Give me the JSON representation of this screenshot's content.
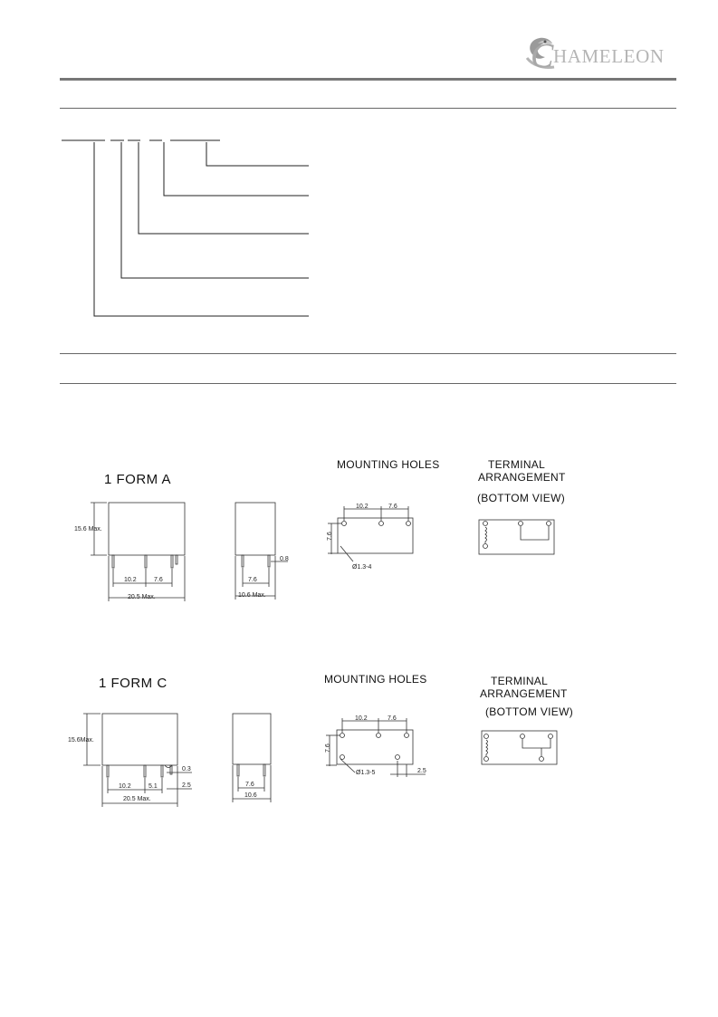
{
  "header": {
    "logo_text": "HAMELEON",
    "logo_initial": "C"
  },
  "form_a": {
    "title": "1 FORM A",
    "mounting_title": "MOUNTING HOLES",
    "terminal_title_line1": "TERMINAL",
    "terminal_title_line2": "ARRANGEMENT",
    "terminal_subtitle": "(BOTTOM VIEW)",
    "dims": {
      "height": "15.6 Max.",
      "pitch1": "10.2",
      "pitch2": "7.6",
      "length": "20.5 Max.",
      "side_pitch": "7.6",
      "width": "10.6 Max.",
      "pin": "0.8",
      "hole_pitch1": "10.2",
      "hole_pitch2": "7.6",
      "hole_vertical": "7.6",
      "hole_dia": "Ø1.3-4"
    }
  },
  "form_c": {
    "title": "1 FORM C",
    "mounting_title": "MOUNTING HOLES",
    "terminal_title_line1": "TERMINAL",
    "terminal_title_line2": "ARRANGEMENT",
    "terminal_subtitle": "(BOTTOM VIEW)",
    "dims": {
      "height": "15.6Max.",
      "pitch1": "10.2",
      "pitch2": "5.1",
      "length": "20.5 Max.",
      "pin1": "0.3",
      "pin2": "2.5",
      "side_pitch": "7.6",
      "width": "10.6",
      "hole_pitch1": "10.2",
      "hole_pitch2": "7.6",
      "hole_vertical": "7.6",
      "hole_dia": "Ø1.3-5",
      "hole_offset": "2.5"
    }
  }
}
